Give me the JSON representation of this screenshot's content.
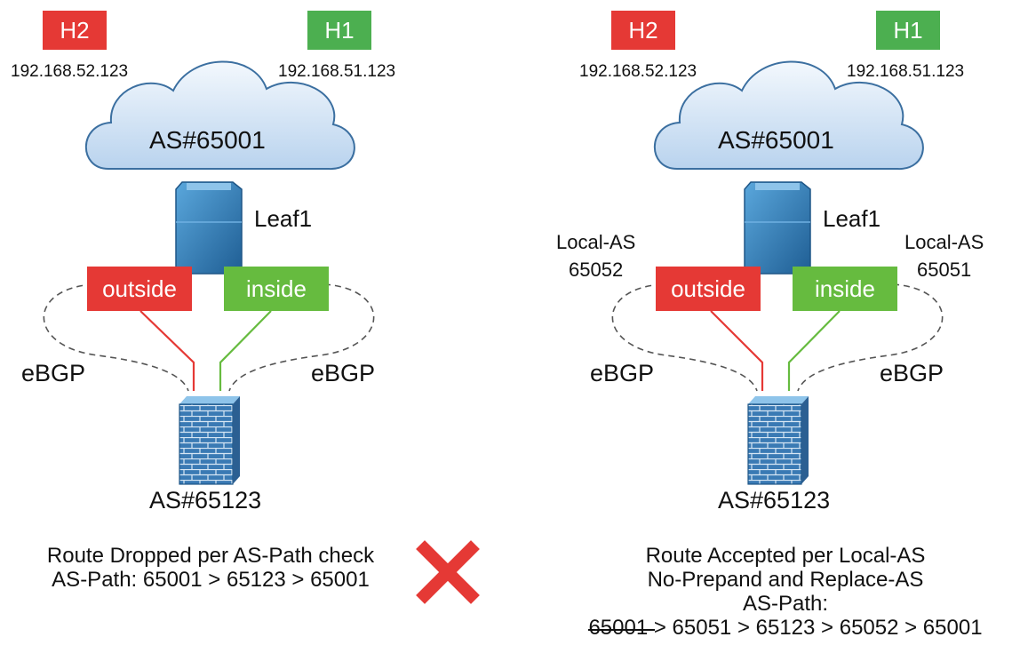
{
  "left": {
    "h2_label": "H2",
    "h2_ip": "192.168.52.123",
    "h1_label": "H1",
    "h1_ip": "192.168.51.123",
    "cloud_label": "AS#65001",
    "leaf_label": "Leaf1",
    "outside_label": "outside",
    "inside_label": "inside",
    "ebgp_left": "eBGP",
    "ebgp_right": "eBGP",
    "firewall_label": "AS#65123",
    "result_line1": "Route Dropped per AS-Path check",
    "result_line2": "AS-Path: 65001 > 65123 > 65001"
  },
  "right": {
    "h2_label": "H2",
    "h2_ip": "192.168.52.123",
    "h1_label": "H1",
    "h1_ip": "192.168.51.123",
    "cloud_label": "AS#65001",
    "leaf_label": "Leaf1",
    "local_as_left_line1": "Local-AS",
    "local_as_left_line2": "65052",
    "local_as_right_line1": "Local-AS",
    "local_as_right_line2": "65051",
    "outside_label": "outside",
    "inside_label": "inside",
    "ebgp_left": "eBGP",
    "ebgp_right": "eBGP",
    "firewall_label": "AS#65123",
    "result_line1": "Route Accepted per Local-AS",
    "result_line2": "No-Prepand and Replace-AS",
    "result_line3": "AS-Path:",
    "result_path_struck": "65001",
    "result_path_rest": " > 65051 > 65123 > 65052 > 65001"
  },
  "colors": {
    "outside": "#e53935",
    "inside": "#66bb3f",
    "cloud_fill": "#dbe9f8",
    "switch_blue": "#2d7fbd",
    "firewall_blue": "#2f6fa8",
    "reject_mark": "#e53935"
  },
  "icons": [
    "cloud-icon",
    "switch-icon",
    "firewall-icon",
    "reject-x-icon"
  ]
}
